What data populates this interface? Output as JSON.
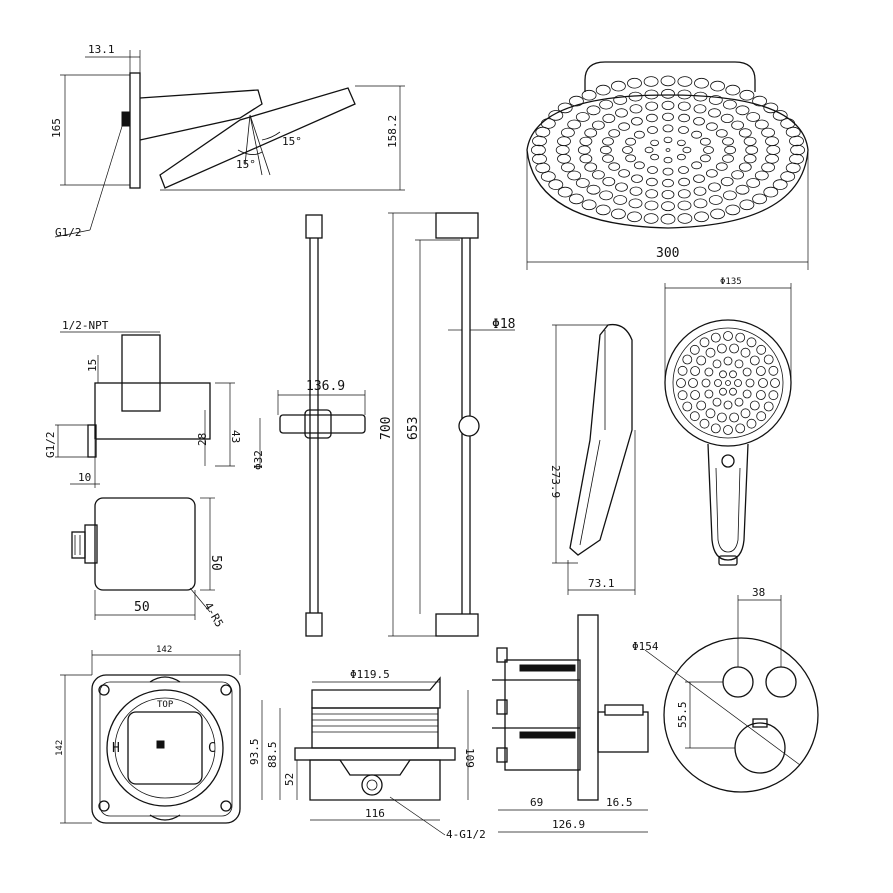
{
  "dims": {
    "head_offset": "13.1",
    "arm_height_left": "165",
    "arm_height_right": "158.2",
    "angle_a": "15°",
    "angle_b": "15°",
    "arm_thread": "G1/2",
    "shower_head_width": "300",
    "elbow_thread_top": "1/2-NPT",
    "elbow_15": "15",
    "elbow_43": "43",
    "elbow_28": "28",
    "elbow_thread_side": "G1/2",
    "elbow_10": "10",
    "elbow_50_side": "50",
    "elbow_50_bottom": "50",
    "elbow_radius": "4-R5",
    "rail_bracket": "136.9",
    "rail_dia": "Φ32",
    "rail_700": "700",
    "rail_653": "653",
    "rail_tube": "Φ18",
    "hand_length": "273.9",
    "hand_depth": "73.1",
    "hand_dia": "Φ135",
    "box_width": "142",
    "box_height": "142",
    "box_H": "H",
    "box_C": "C",
    "box_top": "TOP",
    "valve_dia": "Φ119.5",
    "valve_93": "93.5",
    "valve_88": "88.5",
    "valve_52": "52",
    "valve_109": "109",
    "valve_116": "116",
    "valve_ports": "4-G1/2",
    "side_69": "69",
    "side_16": "16.5",
    "side_126": "126.9",
    "plate_dia": "Φ154",
    "plate_38": "38",
    "plate_55": "55.5"
  }
}
